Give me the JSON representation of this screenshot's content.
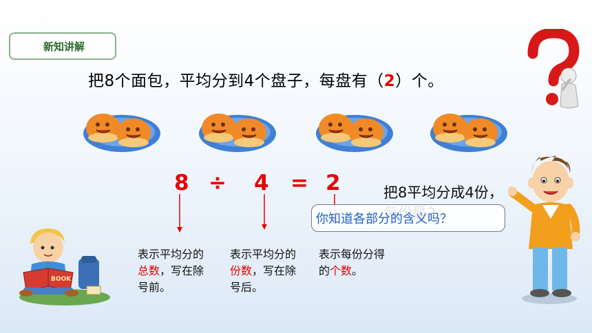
{
  "header": {
    "dot": ".",
    "section_badge": "新知讲解"
  },
  "question": {
    "before": "把8个面包，平均分到4个盘子，每盘有（",
    "answer": "2",
    "after": "）个。"
  },
  "equation": {
    "dividend": "8",
    "divide_sign": "÷",
    "divisor": "4",
    "equals_sign": "=",
    "quotient": "2"
  },
  "descriptions": {
    "dividend": {
      "before": "表示平均分的",
      "highlight": "总数",
      "after": "，写在除号前。"
    },
    "divisor": {
      "before": "表示平均分的",
      "highlight": "份数",
      "after": "，写在除号后。"
    },
    "quotient": {
      "before": "表示每份分得的",
      "highlight": "个数",
      "after": "。"
    }
  },
  "speech": {
    "boy_text": "把8平均分成4份，每份是2。",
    "bubble_text": "你知道各部分的含义吗？"
  },
  "colors": {
    "accent_red": "#e60000",
    "badge_border": "#8ab08a",
    "badge_text": "#2e6b2e",
    "bubble_text": "#2060c8",
    "plate": "#3f7fd6"
  },
  "icons": {
    "thinker": "question-mark-thinker-icon",
    "bread": "bread-icon",
    "plate": "plate-icon",
    "boy_right": "boy-character-icon",
    "boy_reading": "boy-reading-book-icon"
  },
  "book_label": "BOOK"
}
